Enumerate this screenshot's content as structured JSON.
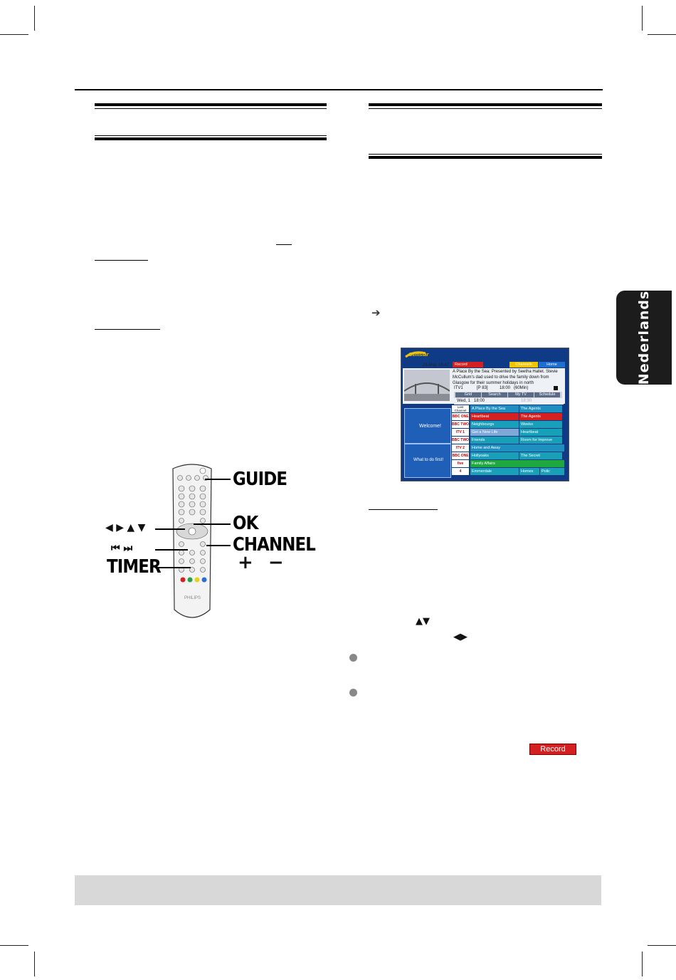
{
  "sidebar_tab": {
    "label": "Nederlands"
  },
  "remote": {
    "labels": {
      "guide": "GUIDE",
      "ok": "OK",
      "channel": "CHANNEL",
      "plus_minus": "+ −",
      "timer": "TIMER",
      "arrows": "◀ ▶ ▲ ▼",
      "skip": "⏮ ⏭"
    }
  },
  "right_column": {
    "arrow_marker": "➔",
    "up_down_arrows": "▲▼",
    "left_right_arrows": "◀▶",
    "record_badge": "Record"
  },
  "guide_screen": {
    "top_tabs": {
      "record": "Record",
      "channels": "Channels",
      "home": "Home"
    },
    "date": "23-May",
    "time": "16:47",
    "description": "A Place By the Sea: Presented by Seetha Hallet. Stevie McCullum's dad used to drive the family down from Glasgow for their summer holidays in north",
    "info": {
      "channel": "ITV1",
      "page": "[P 83]",
      "start": "18:00",
      "duration": "(60Min)"
    },
    "nav_tabs": [
      "Grid",
      "Search",
      "My TV",
      "Schedule"
    ],
    "grid_header": {
      "day": "Wed, 1",
      "slot1": "18:00",
      "slot2": "18:30"
    },
    "last_channel": "Last Channel",
    "promo_top": "Welcome!",
    "promo_bottom": "What to do first!",
    "rows": [
      {
        "channel": "",
        "prog1": "A Place By the Sea",
        "prog2": "The Agents",
        "c1": "#1f8fbf",
        "c2": "#1f8fbf"
      },
      {
        "channel": "BBC ONE",
        "prog1": "Heartbeat",
        "prog2": "The Agents",
        "c1": "#d42020",
        "c2": "#d42020"
      },
      {
        "channel": "BBC TWO",
        "prog1": "Neighbourgs",
        "prog2": "Weeko",
        "c1": "#18a0b8",
        "c2": "#18a0b8"
      },
      {
        "channel": "ITV 1",
        "prog1": "Get a New Life",
        "prog2": "Heartbeat",
        "c1": "#7fa8d8",
        "c2": "#18a0b8"
      },
      {
        "channel": "BBC TWO",
        "prog1": "Friends",
        "prog2": "Room for Improve",
        "c1": "#18a0b8",
        "c2": "#18a0b8"
      },
      {
        "channel": "ITV 2",
        "prog1": "Home and Away",
        "prog2": "",
        "c1": "#1f8fbf",
        "c2": "#1f8fbf"
      },
      {
        "channel": "BBC ONE",
        "prog1": "Hollyoaks",
        "prog2": "The Secret",
        "c1": "#18a0b8",
        "c2": "#18a0b8"
      },
      {
        "channel": "five",
        "prog1": "Family Affairs",
        "prog2": "",
        "c1": "#20a840",
        "c2": "#20a840"
      },
      {
        "channel": "4",
        "prog1": "Emmerdale",
        "prog2": "Homes",
        "c1": "#18a0b8",
        "c2": "#18a0b8"
      }
    ],
    "extra_cell": "Polic"
  }
}
